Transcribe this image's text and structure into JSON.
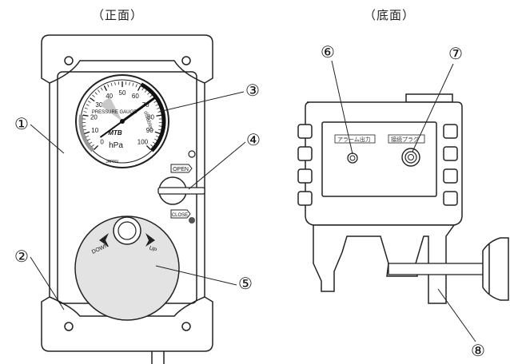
{
  "views": {
    "front_title": "（正面）",
    "bottom_title": "（底面）"
  },
  "gauge": {
    "ticks": [
      "0",
      "10",
      "20",
      "30",
      "40",
      "50",
      "60",
      "70",
      "80",
      "90",
      "100"
    ],
    "caption": "PRESSURE GAUGE",
    "brand": "MTB",
    "unit": "hPa",
    "disabled_text": "disabled",
    "origin": "JAPAN",
    "needle_value": 70,
    "shaded_upto_value": 40
  },
  "valve": {
    "open_label": "OPEN",
    "close_label": "CLOSE"
  },
  "knob": {
    "down_label": "DOWN",
    "up_label": "UP"
  },
  "bottom": {
    "alarm_label": "アラーム出力",
    "plug_label": "接続プラグ"
  },
  "callouts": [
    "①",
    "②",
    "③",
    "④",
    "⑤",
    "⑥",
    "⑦",
    "⑧"
  ]
}
